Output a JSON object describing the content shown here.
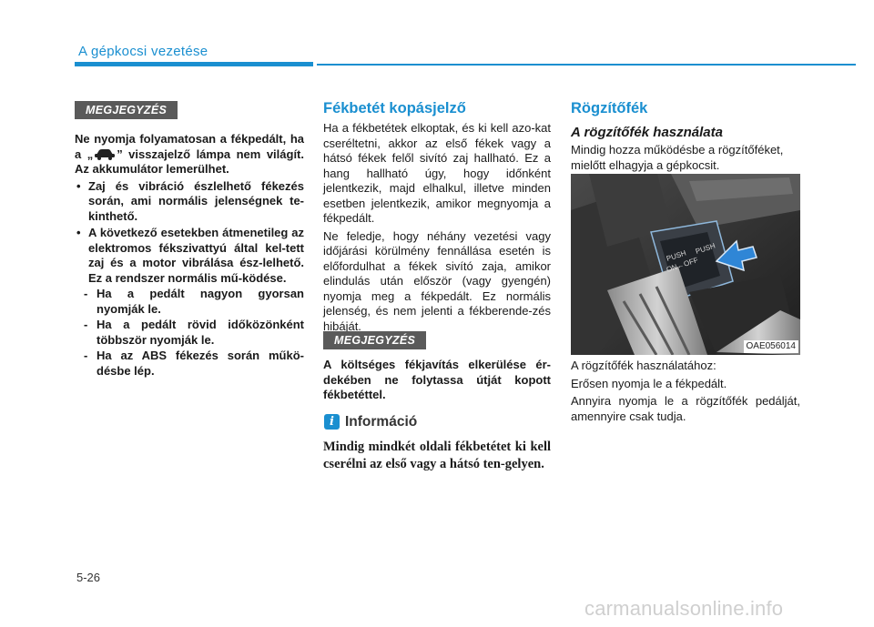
{
  "header": {
    "section_title": "A gépkocsi vezetése"
  },
  "left": {
    "note_label": "MEGJEGYZÉS",
    "line_before_icon": "Ne nyomja folyamatosan a fékpedált, ha a „",
    "line_after_icon": "” visszajelző lámpa nem világít. Az akkumulátor lemerülhet.",
    "bullets": [
      "Zaj és vibráció észlelhető fékezés során, ami normális jelenségnek te-kinthető.",
      "A következő esetekben átmenetileg az elektromos fékszivattyú által kel-tett zaj és a motor vibrálása ész-lelhető. Ez a rendszer normális mű-ködése."
    ],
    "dash_mark": "-",
    "dashes": [
      "Ha a pedált nagyon gyorsan nyomják le.",
      "Ha a pedált rövid időközönként többször nyomják le.",
      "Ha az ABS fékezés során műkö-désbe lép."
    ]
  },
  "middle": {
    "heading": "Fékbetét kopásjelző",
    "paragraphs": [
      "Ha a fékbetétek elkoptak, és ki kell azo-kat cseréltetni, akkor az első fékek vagy a hátsó fékek felől sivító zaj hallható. Ez a hang hallható úgy, hogy időnként jelentkezik, majd elhalkul, illetve minden esetben jelentkezik, amikor megnyomja a fékpedált.",
      "Ne feledje, hogy néhány vezetési vagy időjárási körülmény fennállása esetén is előfordulhat a fékek sivító zaja, amikor elindulás után először (vagy gyengén) nyomja meg a fékpedált. Ez normális jelenség, és nem jelenti a fékberende-zés hibáját."
    ],
    "note_label": "MEGJEGYZÉS",
    "note_text": "A költséges fékjavítás elkerülése ér-dekében ne folytassa útját kopott fékbetéttel.",
    "info_icon": "i",
    "info_title": "Információ",
    "info_text": "Mindig mindkét oldali fékbetétet ki kell cserélni az első vagy a hátsó ten-gelyen."
  },
  "right": {
    "heading": "Rögzítőfék",
    "subheading": "A rögzítőfék használata",
    "intro": "Mindig hozza működésbe a rögzítőféket, mielőtt elhagyja a gépkocsit.",
    "photo_text_push": "PUSH",
    "photo_text_on_off": "ON←OFF",
    "photo_code": "OAE056014",
    "lines": [
      "A rögzítőfék használatához:",
      "Erősen nyomja le a fékpedált.",
      "Annyira nyomja le a rögzítőfék pedálját, amennyire csak tudja."
    ]
  },
  "footer": {
    "page_number": "5-26",
    "watermark": "carmanualsonline.info"
  },
  "colors": {
    "accent": "#1a8fd0",
    "badge": "#5a5a5a",
    "arrow": "#2f86d6"
  }
}
